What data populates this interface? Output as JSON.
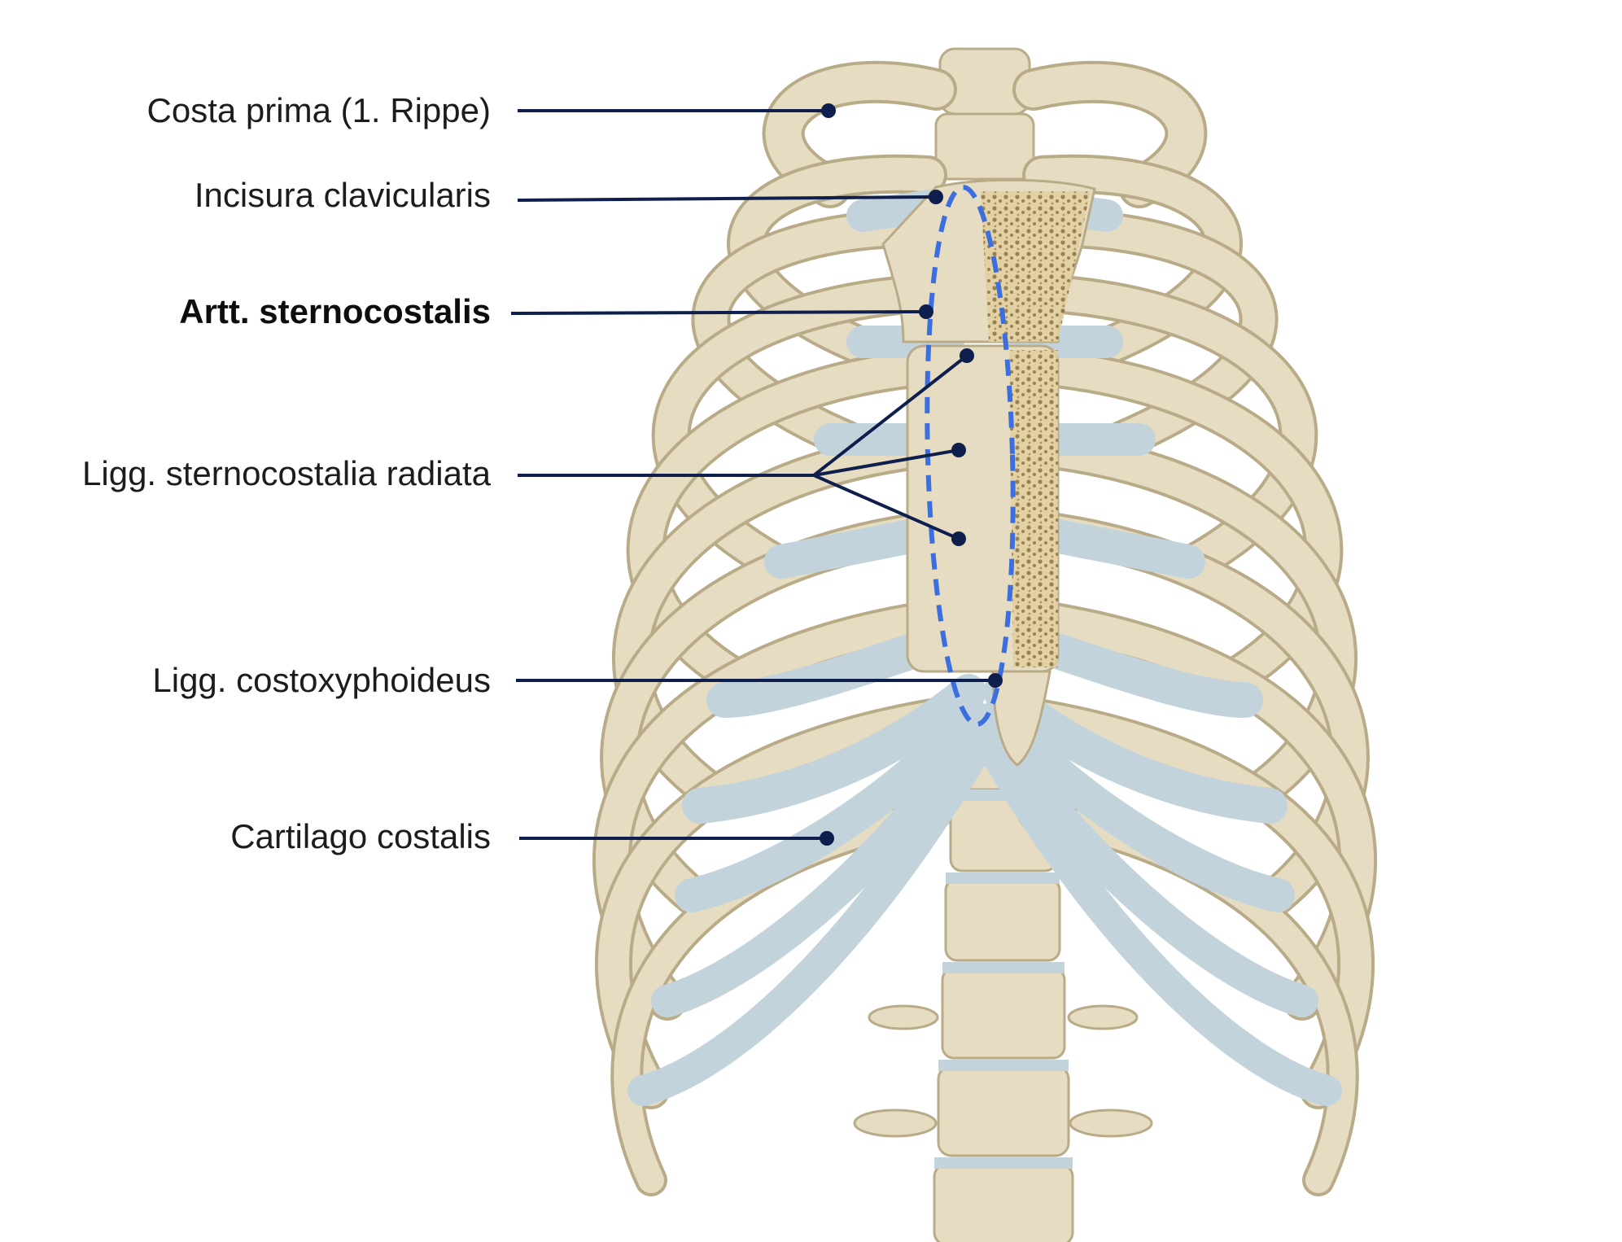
{
  "labels": [
    {
      "id": "costa-prima",
      "text": "Costa prima (1. Rippe)",
      "bold": false
    },
    {
      "id": "incisura-clavicularis",
      "text": "Incisura clavicularis",
      "bold": false
    },
    {
      "id": "artt-sternocostalis",
      "text": "Artt. sternocostalis",
      "bold": true
    },
    {
      "id": "ligg-sternocostalia-radiata",
      "text": "Ligg. sternocostalia radiata",
      "bold": false
    },
    {
      "id": "ligg-costoxyphoideus",
      "text": "Ligg. costoxyphoideus",
      "bold": false
    },
    {
      "id": "cartilago-costalis",
      "text": "Cartilago costalis",
      "bold": false
    }
  ],
  "colors": {
    "leader_line": "#0f1f4d",
    "highlight_ellipse": "#3b6fe0",
    "bone": "#e6dcc1",
    "bone_shadow": "#b9ab88",
    "cartilage": "#c3d3dc",
    "spongy_bone": "#d9c38e"
  }
}
